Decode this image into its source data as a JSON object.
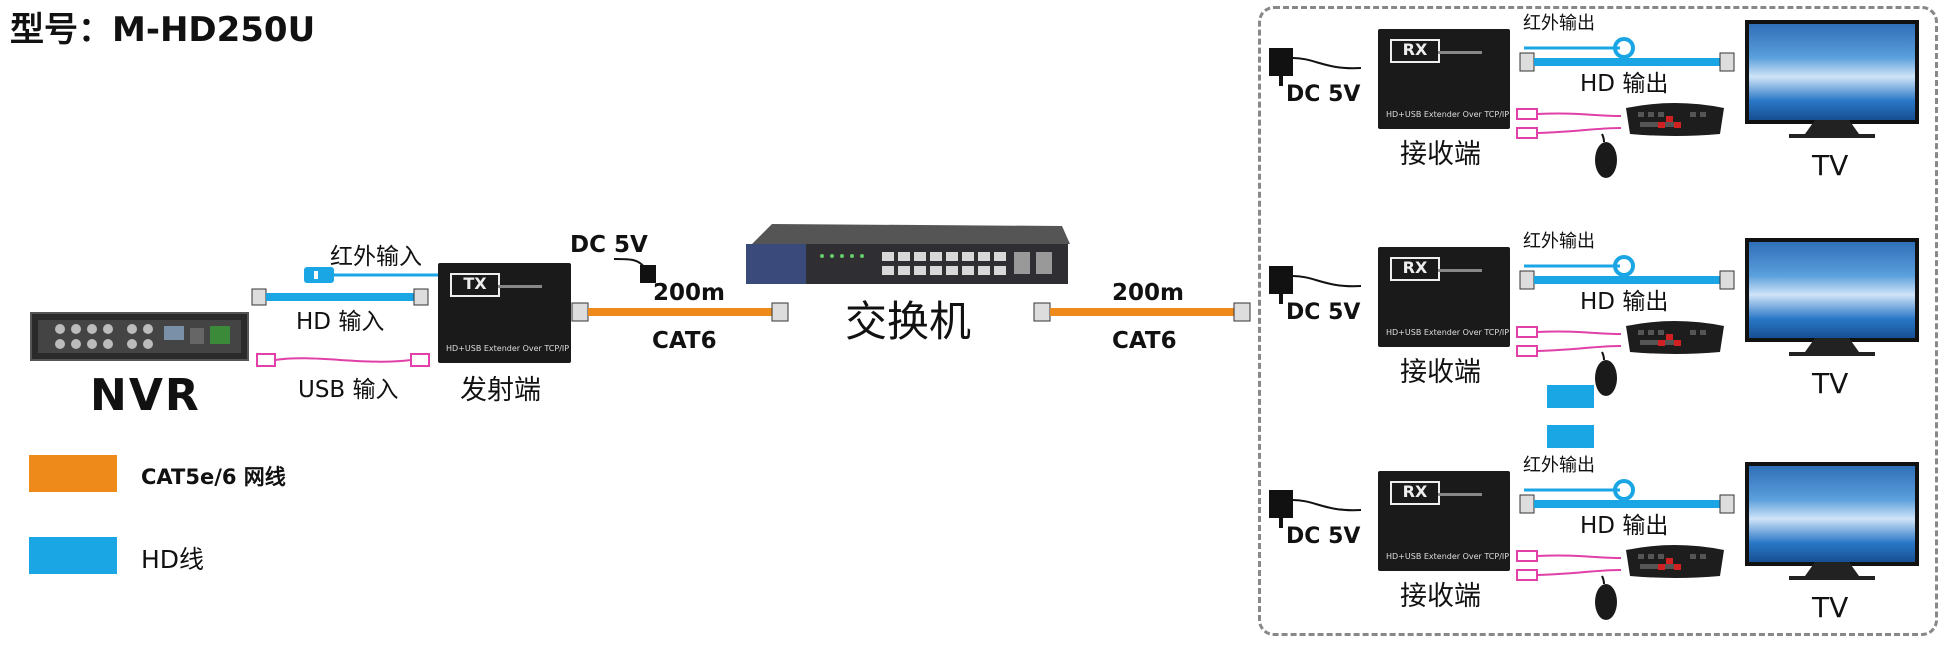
{
  "title": "型号：M-HD250U",
  "nvr": {
    "label": "NVR"
  },
  "tx": {
    "brand": "TX",
    "label": "发射端",
    "caption": "HD+USB Extender Over TCP/IP"
  },
  "tx_inputs": {
    "ir_label": "红外输入",
    "hd_label": "HD 输入",
    "usb_label": "USB 输入",
    "dc_label": "DC 5V"
  },
  "link_left": {
    "distance": "200m",
    "cable": "CAT6"
  },
  "switch": {
    "label": "交换机"
  },
  "link_right": {
    "distance": "200m",
    "cable": "CAT6"
  },
  "receivers": [
    {
      "dc_label": "DC 5V",
      "brand": "RX",
      "caption": "HD+USB Extender Over TCP/IP",
      "label": "接收端",
      "ir_label": "红外输出",
      "hd_label": "HD 输出",
      "tv_label": "TV"
    },
    {
      "dc_label": "DC 5V",
      "brand": "RX",
      "caption": "HD+USB Extender Over TCP/IP",
      "label": "接收端",
      "ir_label": "红外输出",
      "hd_label": "HD 输出",
      "tv_label": "TV"
    },
    {
      "dc_label": "DC 5V",
      "brand": "RX",
      "caption": "HD+USB Extender Over TCP/IP",
      "label": "接收端",
      "ir_label": "红外输出",
      "hd_label": "HD 输出",
      "tv_label": "TV"
    }
  ],
  "legend": [
    {
      "label": "CAT5e/6 网线",
      "color": "#ee8a1a"
    },
    {
      "label": "HD线",
      "color": "#1aa5e4"
    }
  ],
  "colors": {
    "cat_cable": "#ee8a1a",
    "hd_cable": "#1aa5e4",
    "usb_cable": "#e040a8",
    "device": "#1a1a1a"
  }
}
